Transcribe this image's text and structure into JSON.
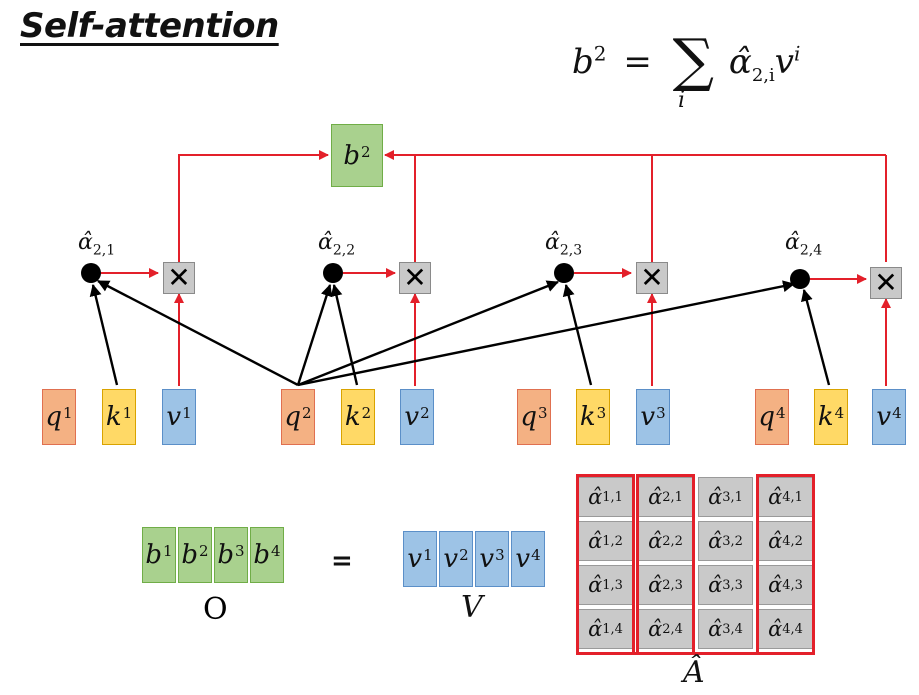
{
  "title": "Self-attention",
  "formula": {
    "lhs": "b",
    "lhs_sup": "2",
    "eq": "=",
    "sum": "∑",
    "sum_sub": "i",
    "term_alpha": "α̂",
    "term_sub": "2,i",
    "term_v": "v",
    "term_v_sup": "i"
  },
  "output_box": {
    "base": "b",
    "sup": "2"
  },
  "alpha_labels": [
    {
      "base": "α̂",
      "sub": "2,1"
    },
    {
      "base": "α̂",
      "sub": "2,2"
    },
    {
      "base": "α̂",
      "sub": "2,3"
    },
    {
      "base": "α̂",
      "sub": "2,4"
    }
  ],
  "mult_symbol": "✕",
  "inputs": [
    {
      "q": "q",
      "k": "k",
      "v": "v",
      "sup": "1"
    },
    {
      "q": "q",
      "k": "k",
      "v": "v",
      "sup": "2"
    },
    {
      "q": "q",
      "k": "k",
      "v": "v",
      "sup": "3"
    },
    {
      "q": "q",
      "k": "k",
      "v": "v",
      "sup": "4"
    }
  ],
  "matrix_O": {
    "base": "b",
    "sups": [
      "1",
      "2",
      "3",
      "4"
    ],
    "caption": "O"
  },
  "equals": "=",
  "matrix_V": {
    "base": "v",
    "sups": [
      "1",
      "2",
      "3",
      "4"
    ],
    "caption": "V"
  },
  "matrix_A": {
    "caption": "Â",
    "base": "α̂",
    "columns": [
      [
        "1,1",
        "1,2",
        "1,3",
        "1,4"
      ],
      [
        "2,1",
        "2,2",
        "2,3",
        "2,4"
      ],
      [
        "3,1",
        "3,2",
        "3,3",
        "3,4"
      ],
      [
        "4,1",
        "4,2",
        "4,3",
        "4,4"
      ]
    ]
  },
  "colors": {
    "red_arrow": "#e3202a",
    "black_arrow": "#000000",
    "q_fill": "#f4b183",
    "k_fill": "#ffd966",
    "v_fill": "#9dc3e6",
    "b_fill": "#a9d18e",
    "cell_fill": "#c9c9c9"
  }
}
